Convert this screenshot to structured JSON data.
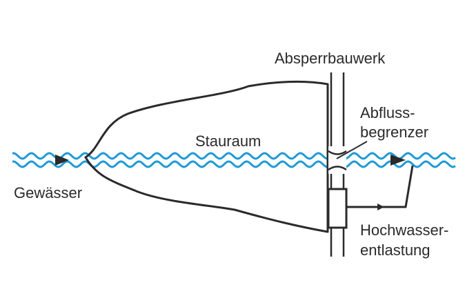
{
  "labels": {
    "absperrbauwerk": "Absperrbauwerk",
    "abfluss_line1": "Abfluss-",
    "abfluss_line2": "begrenzer",
    "stauraum": "Stauraum",
    "gewaesser": "Gewässer",
    "hochwasser_line1": "Hochwasser-",
    "hochwasser_line2": "entlastung"
  },
  "colors": {
    "water": "#1e9ad6",
    "stroke": "#2a2a2a",
    "background": "#ffffff"
  }
}
